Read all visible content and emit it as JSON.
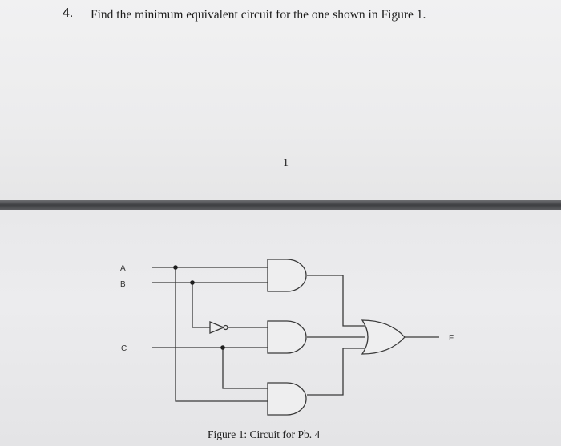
{
  "question": {
    "number": "4.",
    "text": "Find the minimum equivalent circuit for the one shown in Figure 1."
  },
  "page_number": "1",
  "figure": {
    "inputs": [
      "A",
      "B",
      "C"
    ],
    "output": "F",
    "caption": "Figure 1: Circuit for Pb. 4"
  }
}
